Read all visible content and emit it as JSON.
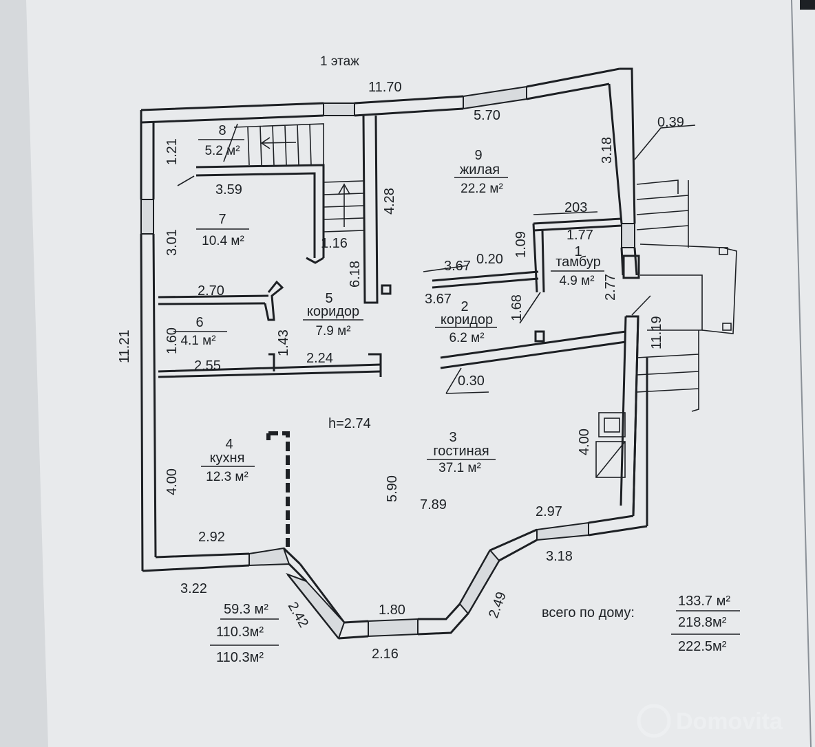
{
  "title": "1 этаж",
  "ceiling_height": "h=2.74",
  "rooms": [
    {
      "num": "1",
      "name": "тамбур",
      "area": "4.9 м²"
    },
    {
      "num": "2",
      "name": "коридор",
      "area": "6.2 м²"
    },
    {
      "num": "3",
      "name": "гостиная",
      "area": "37.1 м²"
    },
    {
      "num": "4",
      "name": "кухня",
      "area": "12.3 м²"
    },
    {
      "num": "5",
      "name": "коридор",
      "area": "7.9 м²"
    },
    {
      "num": "6",
      "name": "",
      "area": "4.1 м²"
    },
    {
      "num": "7",
      "name": "",
      "area": "10.4 м²"
    },
    {
      "num": "8",
      "name": "",
      "area": "5.2 м²"
    },
    {
      "num": "9",
      "name": "жилая",
      "area": "22.2 м²"
    }
  ],
  "dimensions": [
    "11.70",
    "5.70",
    "0.39",
    "3.18",
    "1.21",
    "3.59",
    "4.28",
    "203",
    "1.77",
    "1.09",
    "3.67",
    "0.20",
    "3.67",
    "1.16",
    "6.18",
    "3.01",
    "2.70",
    "1.68",
    "2.77",
    "11.19",
    "1.60",
    "1.43",
    "2.55",
    "2.24",
    "0.30",
    "11.21",
    "4.00",
    "4.00",
    "5.90",
    "7.89",
    "2.97",
    "2.92",
    "3.18",
    "3.22",
    "2.42",
    "1.80",
    "2.49",
    "2.16"
  ],
  "floor_totals": [
    "59.3 м²",
    "110.3м²",
    "110.3м²"
  ],
  "house_totals": {
    "label": "всего по дому:",
    "values": [
      "133.7 м²",
      "218.8м²",
      "222.5м²"
    ]
  },
  "watermark": "Domovita"
}
